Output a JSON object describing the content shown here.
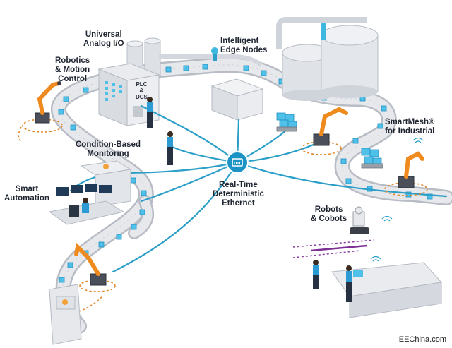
{
  "labels": {
    "universal_io": [
      "Universal",
      "Analog I/O"
    ],
    "intelligent_edge": [
      "Intelligent",
      "Edge Nodes"
    ],
    "robotics_motion": [
      "Robotics",
      "& Motion",
      "Control"
    ],
    "plc_dcs": [
      "PLC",
      "&",
      "DCS"
    ],
    "condition_monitoring": [
      "Condition-Based",
      "Monitoring"
    ],
    "smartmesh": [
      "SmartMesh®",
      "for Industrial"
    ],
    "smart_automation": [
      "Smart",
      "Automation"
    ],
    "ethernet": [
      "Real-Time",
      "Deterministic",
      "Ethernet"
    ],
    "robots_cobots": [
      "Robots",
      "& Cobots"
    ]
  },
  "watermark": "EEChina.com",
  "colors": {
    "ethernet_line": "#2b9fc7",
    "hub": "#1b93c4",
    "conveyor": "#e4e6ea",
    "box": "#4fc1e8",
    "robot": "#ef8a1f",
    "wireless_dash": "#8a3fa0",
    "orange_dash": "#e08a2e"
  }
}
